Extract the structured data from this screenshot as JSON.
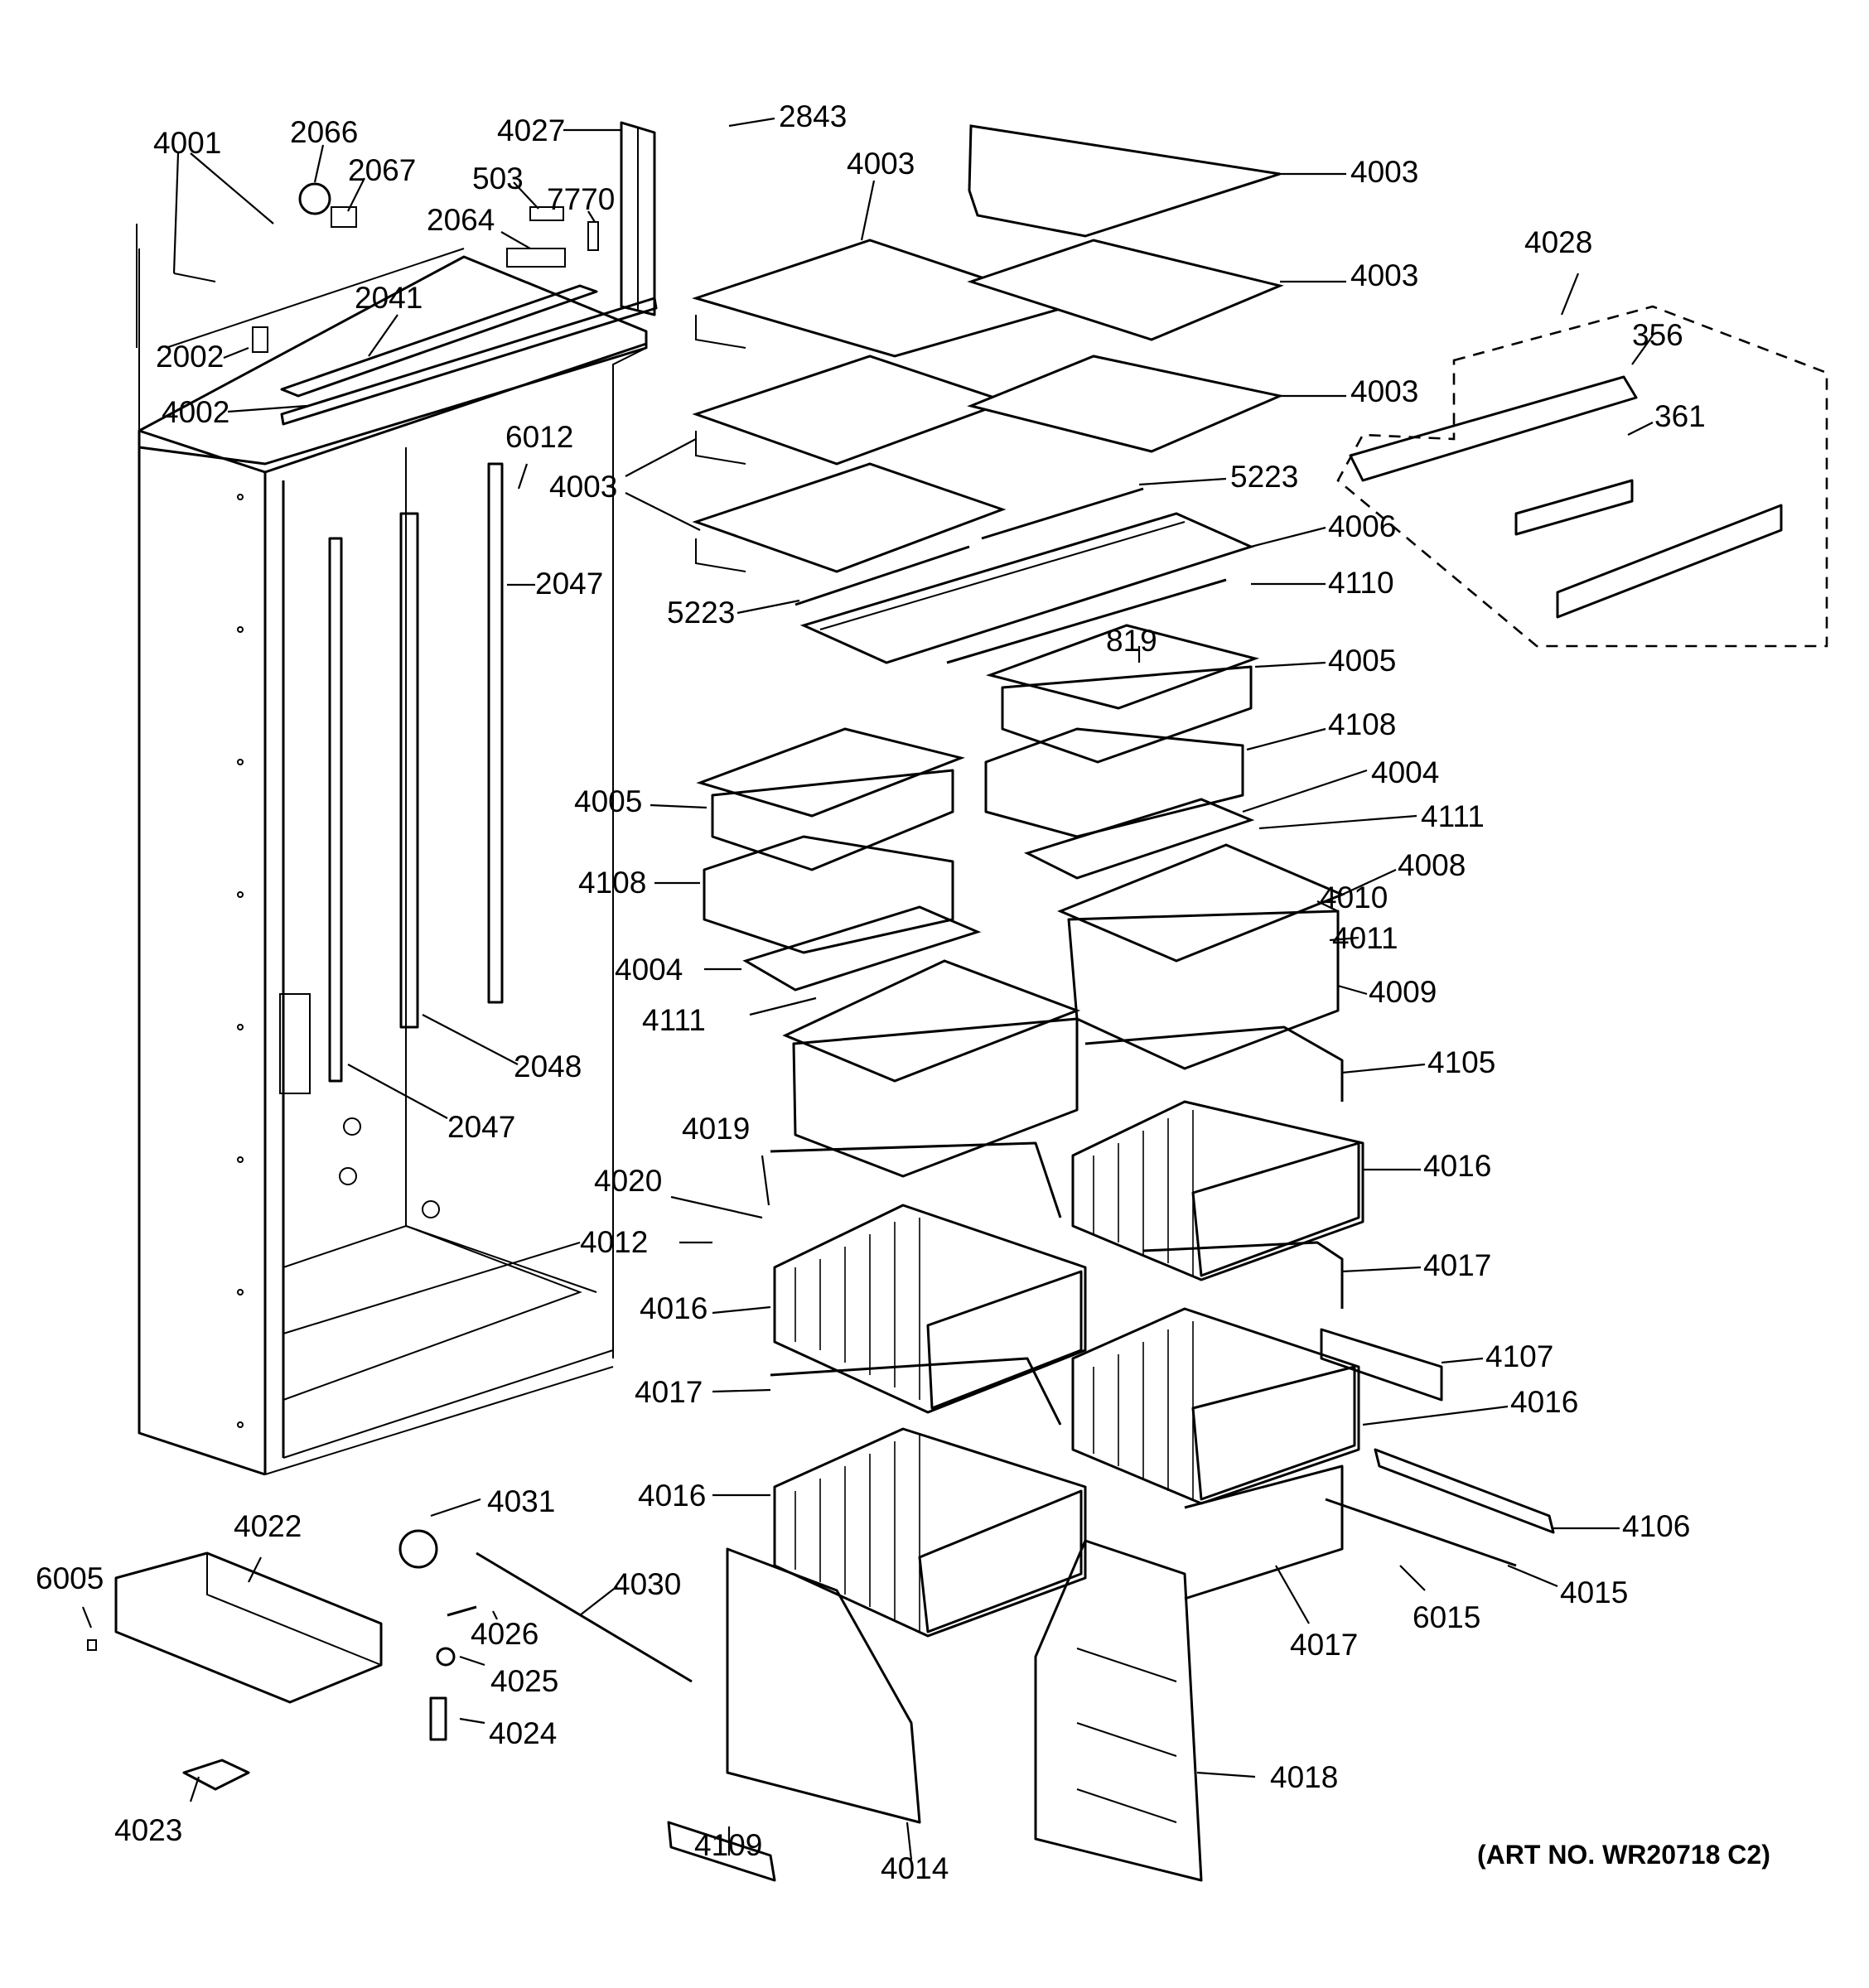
{
  "callouts": [
    "4001",
    "2066",
    "2067",
    "4027",
    "2843",
    "503",
    "7770",
    "2064",
    "2041",
    "2002",
    "4002",
    "6012",
    "2047",
    "2048",
    "2047",
    "4003",
    "4003",
    "4003",
    "4003",
    "4003",
    "5223",
    "5223",
    "4006",
    "4110",
    "819",
    "4005",
    "4108",
    "4004",
    "4111",
    "4005",
    "4108",
    "4004",
    "4111",
    "4008",
    "4010",
    "4011",
    "4009",
    "4105",
    "4016",
    "4017",
    "4107",
    "4016",
    "4106",
    "4015",
    "6015",
    "4017",
    "4019",
    "4020",
    "4012",
    "4016",
    "4017",
    "4016",
    "4028",
    "356",
    "361",
    "4031",
    "4022",
    "6005",
    "4030",
    "4026",
    "4025",
    "4024",
    "4023",
    "4109",
    "4014",
    "4018"
  ],
  "art_number": "(ART NO. WR20718 C2)"
}
